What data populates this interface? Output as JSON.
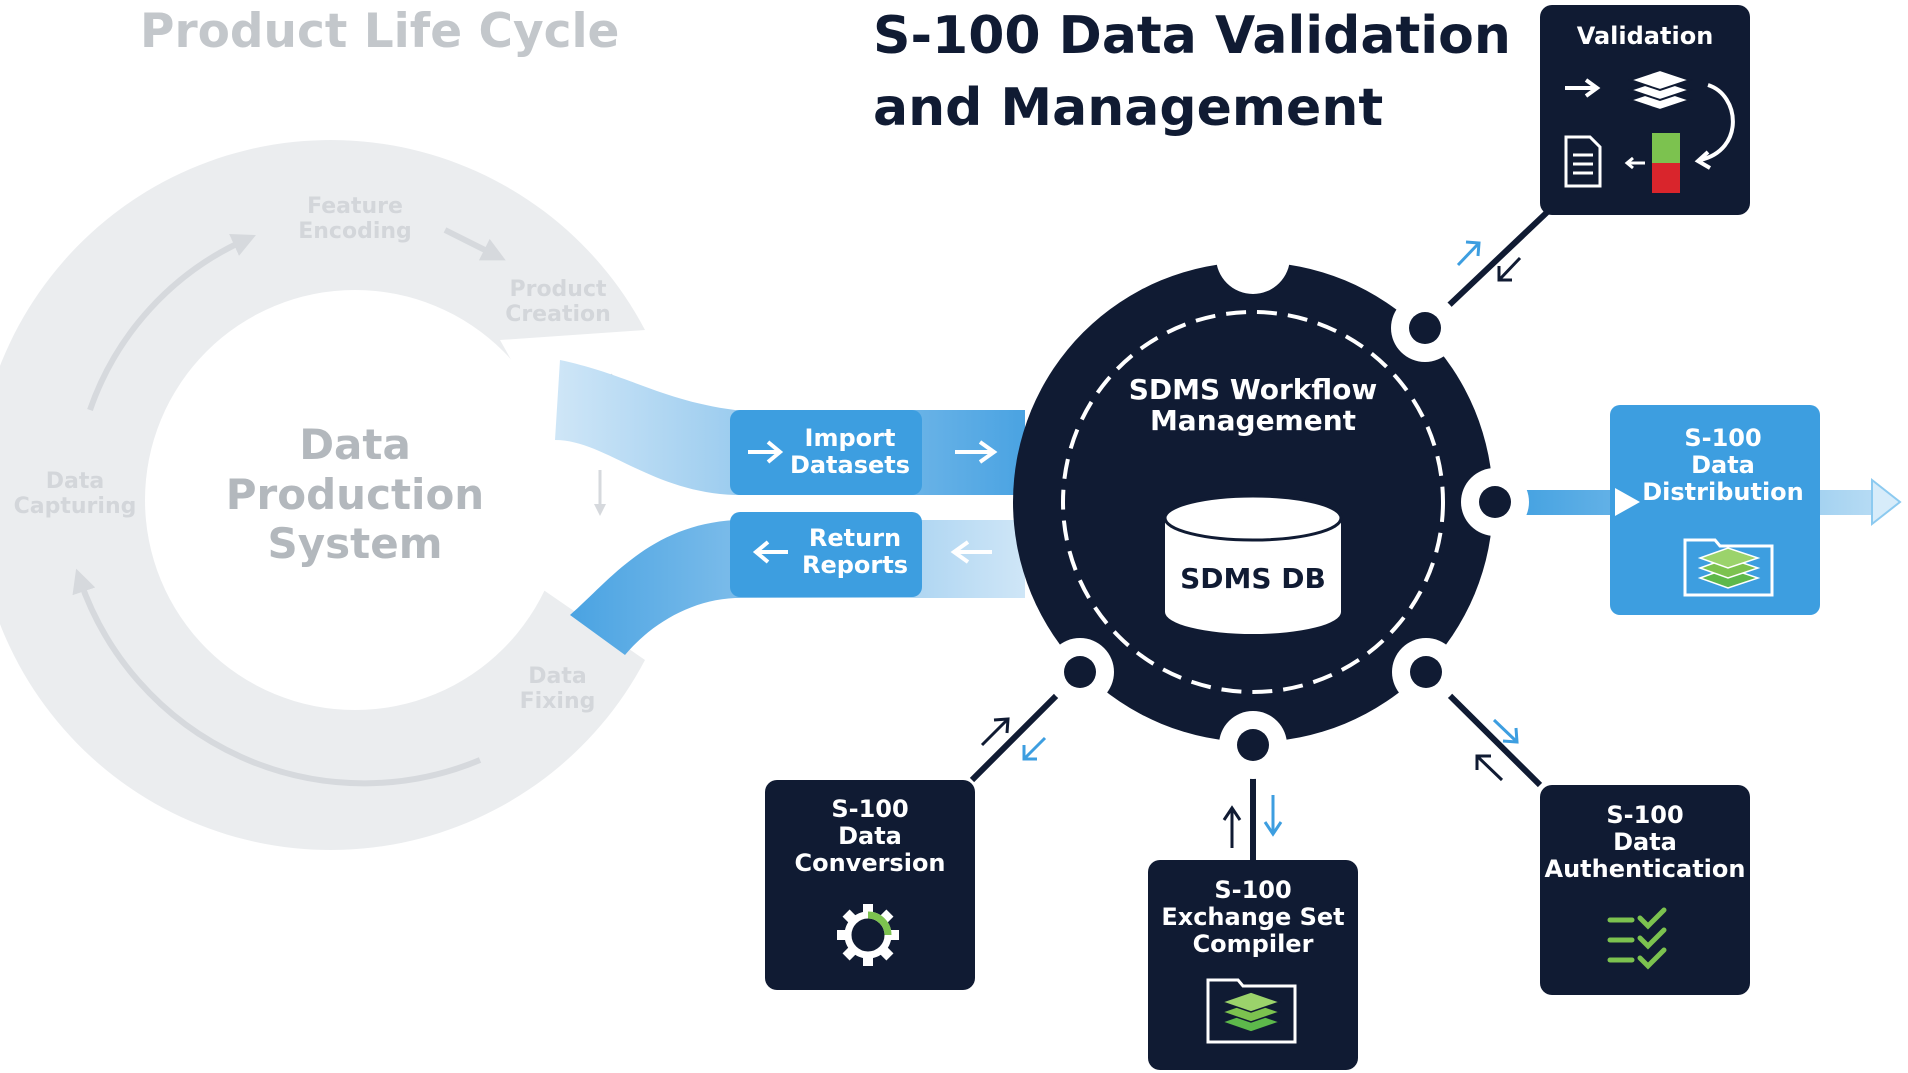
{
  "header": {
    "main_title_line1": "S-100 Data Validation",
    "main_title_line2": "and Management",
    "lifecycle_title": "Product Life Cycle"
  },
  "lifecycle": {
    "center_line1": "Data",
    "center_line2": "Production",
    "center_line3": "System",
    "stages": {
      "feature_encoding": [
        "Feature",
        "Encoding"
      ],
      "product_creation": [
        "Product",
        "Creation"
      ],
      "data_capturing": [
        "Data",
        "Capturing"
      ],
      "data_fixing": [
        "Data",
        "Fixing"
      ]
    }
  },
  "flows": {
    "import": [
      "Import",
      "Datasets"
    ],
    "return": [
      "Return",
      "Reports"
    ]
  },
  "hub": {
    "title_line1": "SDMS Workflow",
    "title_line2": "Management",
    "db_label": "SDMS DB"
  },
  "modules": {
    "validation": [
      "Validation"
    ],
    "distribution": [
      "S-100",
      "Data",
      "Distribution"
    ],
    "conversion": [
      "S-100",
      "Data",
      "Conversion"
    ],
    "compiler": [
      "S-100",
      "Exchange Set",
      "Compiler"
    ],
    "authentication": [
      "S-100",
      "Data",
      "Authentication"
    ]
  },
  "icons": {
    "validation": "layers-doc-status-cycle-icon",
    "distribution": "layers-folder-icon",
    "conversion": "gear-icon",
    "compiler": "layers-folder-icon",
    "authentication": "checklist-icon"
  },
  "colors": {
    "navy": "#101b33",
    "blue": "#3d9ee0",
    "light_blue": "#5aaee6",
    "grey": "#ebedef",
    "green": "#7cc24f",
    "red": "#d9252c"
  }
}
